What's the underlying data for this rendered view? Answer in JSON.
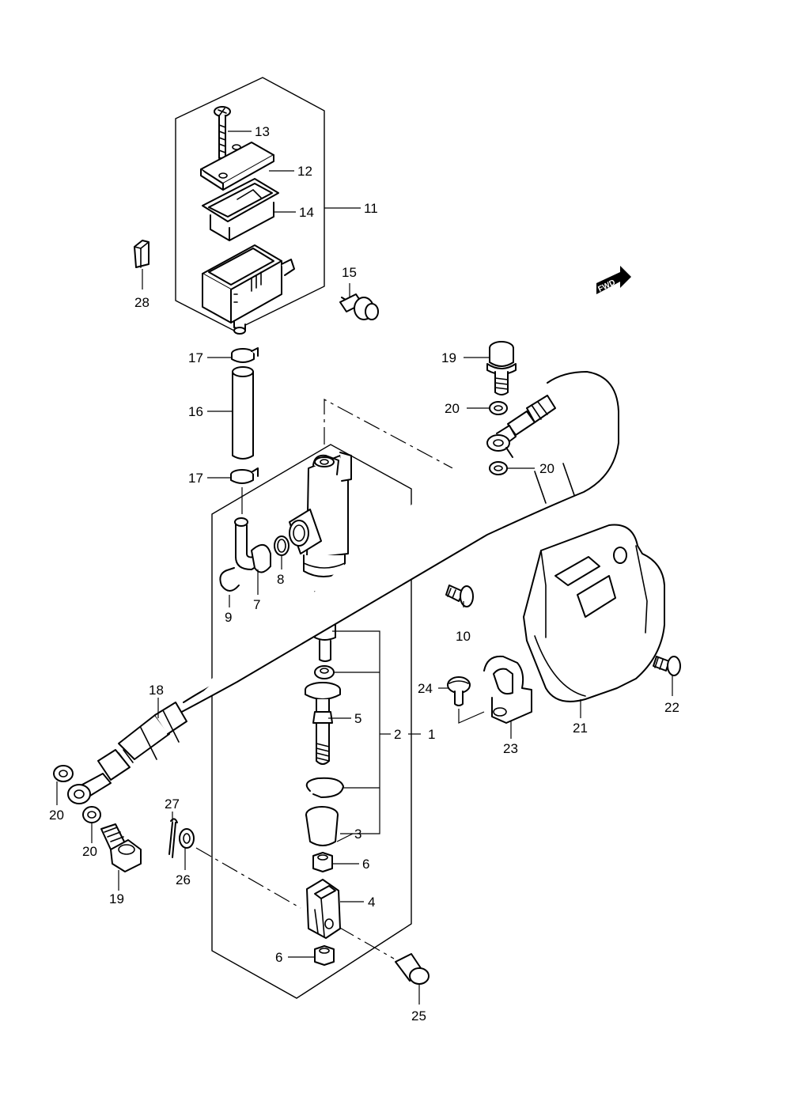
{
  "fwd_arrow": {
    "label": "FWD"
  },
  "callouts": {
    "c1": "1",
    "c2": "2",
    "c3": "3",
    "c4": "4",
    "c5": "5",
    "c6a": "6",
    "c6b": "6",
    "c7": "7",
    "c8": "8",
    "c9": "9",
    "c10": "10",
    "c11": "11",
    "c12": "12",
    "c13": "13",
    "c14": "14",
    "c15": "15",
    "c16": "16",
    "c17a": "17",
    "c17b": "17",
    "c18": "18",
    "c19a": "19",
    "c19b": "19",
    "c20a": "20",
    "c20b": "20",
    "c20c": "20",
    "c20d": "20",
    "c21": "21",
    "c22": "22",
    "c23": "23",
    "c24": "24",
    "c25": "25",
    "c26": "26",
    "c27": "27",
    "c28": "28"
  }
}
